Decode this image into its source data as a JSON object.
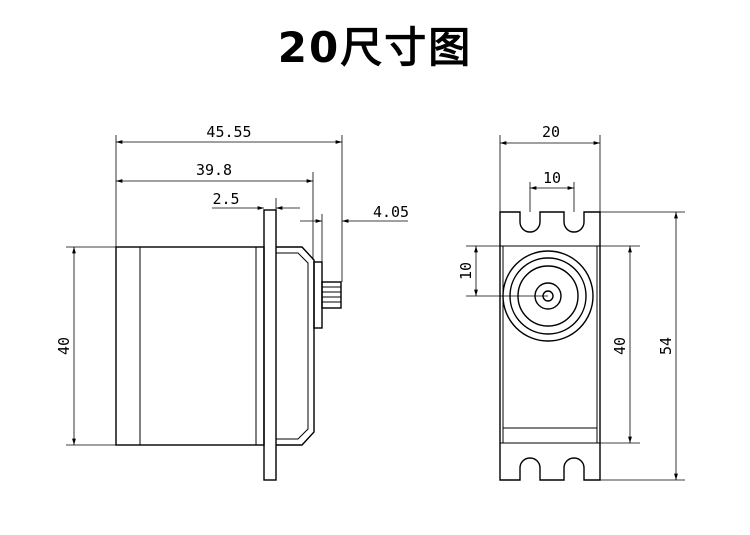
{
  "title": "20尺寸图",
  "side_view": {
    "dim_total_length": "45.55",
    "dim_body_length": "39.8",
    "dim_flange_thickness": "2.5",
    "dim_shaft_offset": "4.05",
    "dim_body_height": "40"
  },
  "front_view": {
    "dim_width": "20",
    "dim_hole_spacing": "10",
    "dim_shaft_offset": "10",
    "dim_body_height": "40",
    "dim_total_height": "54"
  }
}
